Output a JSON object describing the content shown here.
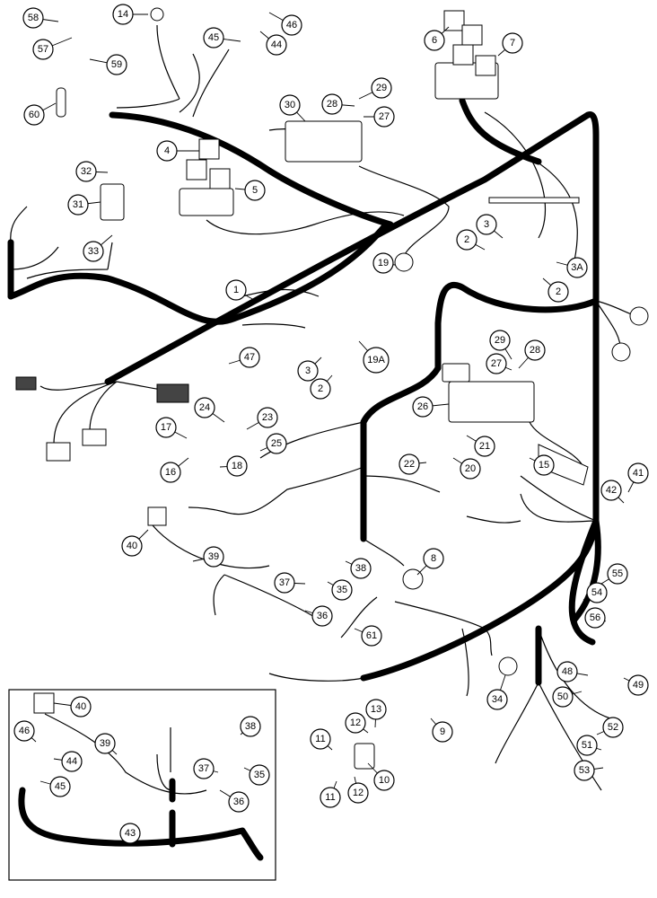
{
  "diagram": {
    "callouts": [
      {
        "id": "c58",
        "label": "58"
      },
      {
        "id": "c57",
        "label": "57"
      },
      {
        "id": "c59",
        "label": "59"
      },
      {
        "id": "c14",
        "label": "14"
      },
      {
        "id": "c46a",
        "label": "46"
      },
      {
        "id": "c45a",
        "label": "45"
      },
      {
        "id": "c44a",
        "label": "44"
      },
      {
        "id": "c6",
        "label": "6"
      },
      {
        "id": "c7",
        "label": "7"
      },
      {
        "id": "c60",
        "label": "60"
      },
      {
        "id": "c30",
        "label": "30"
      },
      {
        "id": "c28a",
        "label": "28"
      },
      {
        "id": "c29a",
        "label": "29"
      },
      {
        "id": "c27a",
        "label": "27"
      },
      {
        "id": "c4",
        "label": "4"
      },
      {
        "id": "c5",
        "label": "5"
      },
      {
        "id": "c32",
        "label": "32"
      },
      {
        "id": "c31",
        "label": "31"
      },
      {
        "id": "c33",
        "label": "33"
      },
      {
        "id": "c3a",
        "label": "3"
      },
      {
        "id": "c2a",
        "label": "2"
      },
      {
        "id": "c3A",
        "label": "3A"
      },
      {
        "id": "c2b",
        "label": "2"
      },
      {
        "id": "c19",
        "label": "19"
      },
      {
        "id": "c1",
        "label": "1"
      },
      {
        "id": "c19A",
        "label": "19A"
      },
      {
        "id": "c47",
        "label": "47"
      },
      {
        "id": "c3b",
        "label": "3"
      },
      {
        "id": "c2c",
        "label": "2"
      },
      {
        "id": "c29b",
        "label": "29"
      },
      {
        "id": "c28b",
        "label": "28"
      },
      {
        "id": "c27b",
        "label": "27"
      },
      {
        "id": "c26",
        "label": "26"
      },
      {
        "id": "c24",
        "label": "24"
      },
      {
        "id": "c23",
        "label": "23"
      },
      {
        "id": "c17",
        "label": "17"
      },
      {
        "id": "c25",
        "label": "25"
      },
      {
        "id": "c21",
        "label": "21"
      },
      {
        "id": "c18",
        "label": "18"
      },
      {
        "id": "c16",
        "label": "16"
      },
      {
        "id": "c22",
        "label": "22"
      },
      {
        "id": "c20",
        "label": "20"
      },
      {
        "id": "c15",
        "label": "15"
      },
      {
        "id": "c41",
        "label": "41"
      },
      {
        "id": "c42",
        "label": "42"
      },
      {
        "id": "c40a",
        "label": "40"
      },
      {
        "id": "c39a",
        "label": "39"
      },
      {
        "id": "c8",
        "label": "8"
      },
      {
        "id": "c38a",
        "label": "38"
      },
      {
        "id": "c37a",
        "label": "37"
      },
      {
        "id": "c35a",
        "label": "35"
      },
      {
        "id": "c55",
        "label": "55"
      },
      {
        "id": "c54",
        "label": "54"
      },
      {
        "id": "c56",
        "label": "56"
      },
      {
        "id": "c36a",
        "label": "36"
      },
      {
        "id": "c61",
        "label": "61"
      },
      {
        "id": "c48",
        "label": "48"
      },
      {
        "id": "c49",
        "label": "49"
      },
      {
        "id": "c50",
        "label": "50"
      },
      {
        "id": "c34",
        "label": "34"
      },
      {
        "id": "c13",
        "label": "13"
      },
      {
        "id": "c12a",
        "label": "12"
      },
      {
        "id": "c9",
        "label": "9"
      },
      {
        "id": "c11a",
        "label": "11"
      },
      {
        "id": "c10",
        "label": "10"
      },
      {
        "id": "c11b",
        "label": "11"
      },
      {
        "id": "c12b",
        "label": "12"
      },
      {
        "id": "c52",
        "label": "52"
      },
      {
        "id": "c51",
        "label": "51"
      },
      {
        "id": "c53",
        "label": "53"
      },
      {
        "id": "i40",
        "label": "40"
      },
      {
        "id": "i46",
        "label": "46"
      },
      {
        "id": "i39",
        "label": "39"
      },
      {
        "id": "i44",
        "label": "44"
      },
      {
        "id": "i45",
        "label": "45"
      },
      {
        "id": "i38",
        "label": "38"
      },
      {
        "id": "i37",
        "label": "37"
      },
      {
        "id": "i35",
        "label": "35"
      },
      {
        "id": "i36",
        "label": "36"
      },
      {
        "id": "i43",
        "label": "43"
      }
    ]
  }
}
